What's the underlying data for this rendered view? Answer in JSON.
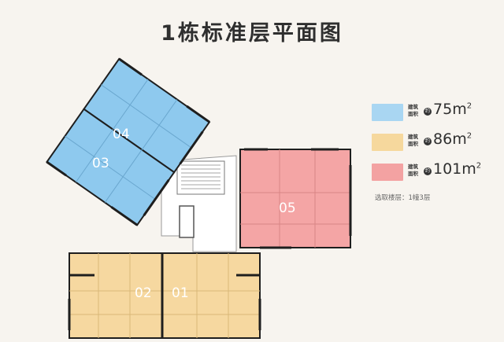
{
  "title": "1栋标准层平面图",
  "units": [
    {
      "id": "04",
      "area_m2": 75
    },
    {
      "id": "03",
      "area_m2": 75
    },
    {
      "id": "05",
      "area_m2": 101
    },
    {
      "id": "02",
      "area_m2": 86
    },
    {
      "id": "01",
      "area_m2": 86
    }
  ],
  "legend": {
    "items": [
      {
        "line1": "建筑",
        "line2": "面积",
        "yue": "约",
        "value": "75",
        "unit": "m",
        "sup": "2",
        "color": "#a9d6f2"
      },
      {
        "line1": "建筑",
        "line2": "面积",
        "yue": "约",
        "value": "86",
        "unit": "m",
        "sup": "2",
        "color": "#f6d89d"
      },
      {
        "line1": "建筑",
        "line2": "面积",
        "yue": "约",
        "value": "101",
        "unit": "m",
        "sup": "2",
        "color": "#f3a2a2"
      }
    ],
    "note": "选取楼层：1幢3层"
  },
  "colors": {
    "blue_unit": "#8ec9ee",
    "yellow_unit": "#f6d8a0",
    "red_unit": "#f4a5a5",
    "wall": "#1e1e1e",
    "background": "#f7f4ef"
  }
}
